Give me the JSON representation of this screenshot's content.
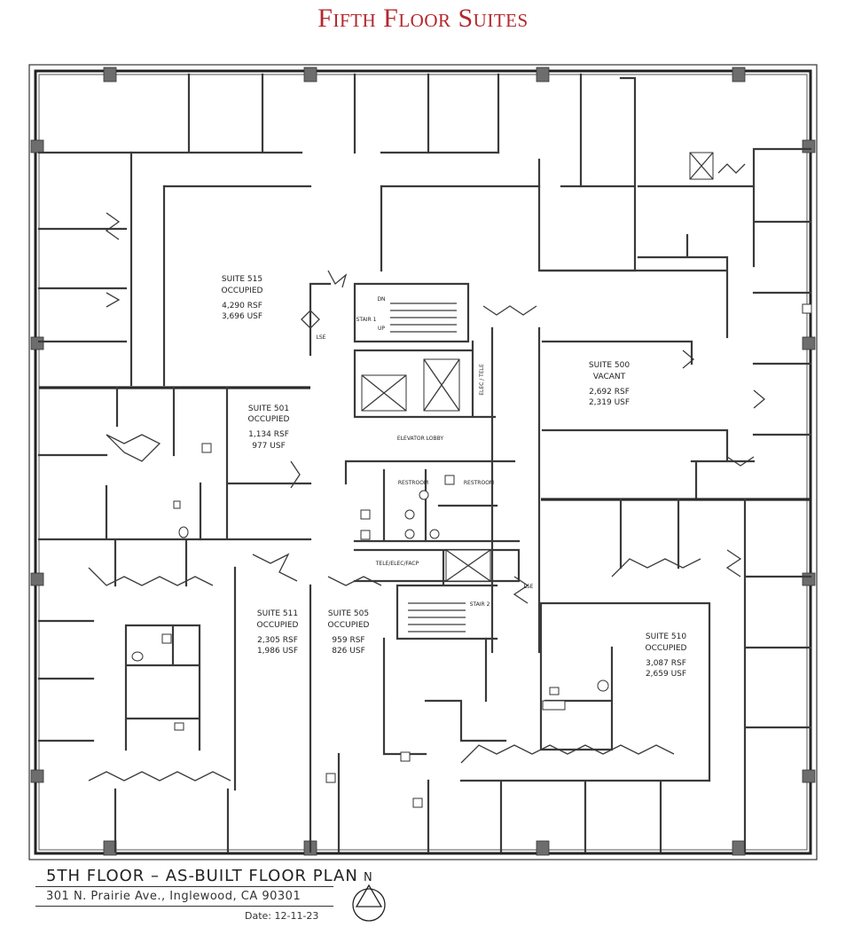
{
  "page_title": "Fifth Floor Suites",
  "suites": [
    {
      "id": "s515",
      "name": "SUITE 515",
      "status": "OCCUPIED",
      "rsf": "4,290 RSF",
      "usf": "3,696 USF"
    },
    {
      "id": "s501",
      "name": "SUITE 501",
      "status": "OCCUPIED",
      "rsf": "1,134 RSF",
      "usf": "977 USF"
    },
    {
      "id": "s500",
      "name": "SUITE 500",
      "status": "VACANT",
      "rsf": "2,692 RSF",
      "usf": "2,319 USF"
    },
    {
      "id": "s511",
      "name": "SUITE 511",
      "status": "OCCUPIED",
      "rsf": "2,305 RSF",
      "usf": "1,986 USF"
    },
    {
      "id": "s505",
      "name": "SUITE 505",
      "status": "OCCUPIED",
      "rsf": "959 RSF",
      "usf": "826 USF"
    },
    {
      "id": "s510",
      "name": "SUITE 510",
      "status": "OCCUPIED",
      "rsf": "3,087 RSF",
      "usf": "2,659 USF"
    }
  ],
  "core_labels": {
    "elevator_lobby": "ELEVATOR LOBBY",
    "stair1": "STAIR 1",
    "stair2": "STAIR 2",
    "elec_tele": "ELEC / TELE",
    "restroom_left": "RESTROOM",
    "restroom_right": "RESTROOM",
    "tele_elec_facp": "TELE/ELEC/FACP",
    "lse_left": "LSE",
    "lse_right": "LSE",
    "stair_dn": "DN",
    "stair_up": "UP"
  },
  "footer": {
    "title": "5TH FLOOR – AS-BUILT FLOOR PLAN",
    "address": "301 N. Prairie Ave., Inglewood, CA 90301",
    "date": "Date:  12-11-23",
    "north": "N"
  }
}
